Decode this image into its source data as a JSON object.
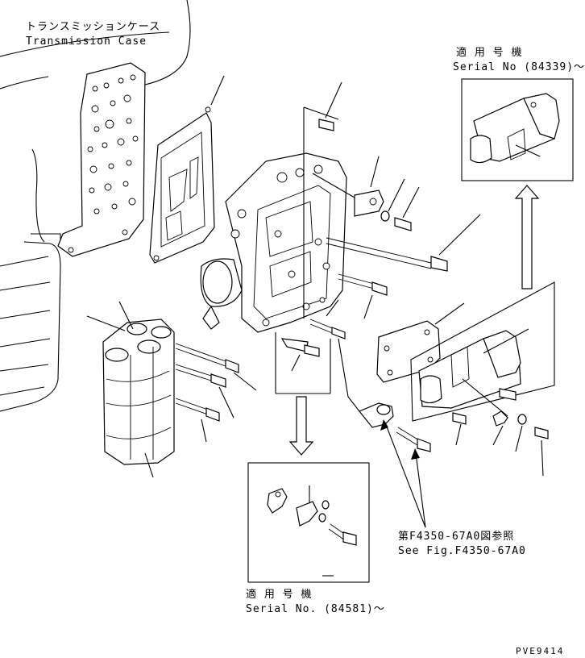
{
  "labels": {
    "transmission_case_jp": "トランスミッションケース",
    "transmission_case_en": "Transmission Case",
    "serial_top_jp": "適 用 号 機",
    "serial_top_en": "Serial No (84339)～",
    "serial_bottom_jp": "適 用 号 機",
    "serial_bottom_en": "Serial No. (84581)～",
    "see_fig_jp": "第F4350-67A0図参照",
    "see_fig_en": "See Fig.F4350-67A0",
    "drawing_code": "PVE9414"
  }
}
